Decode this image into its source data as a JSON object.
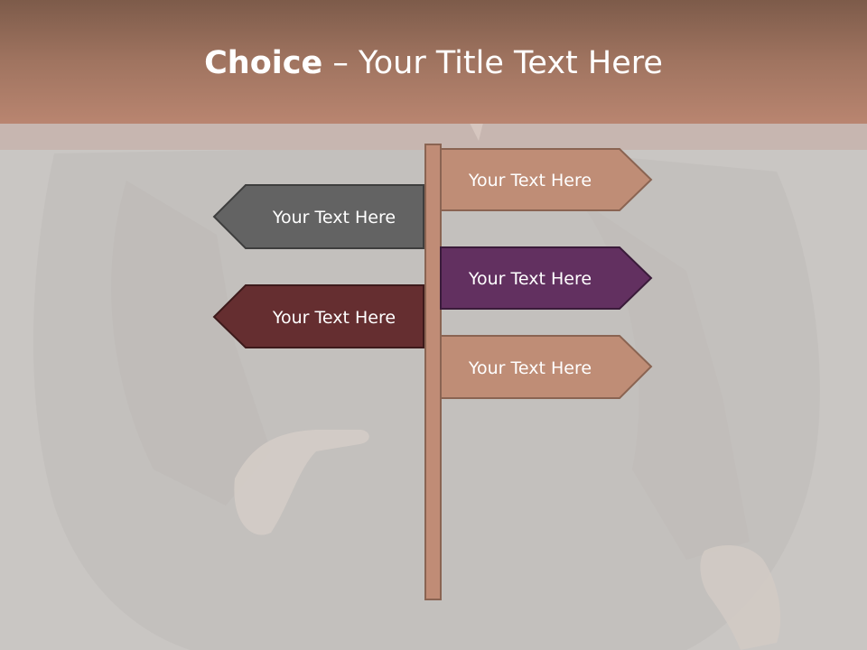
{
  "title": {
    "bold": "Choice",
    "separator": " – ",
    "rest": "Your Title Text Here"
  },
  "signs": {
    "right_top": {
      "label": "Your Text Here",
      "color": "#bf8d76"
    },
    "left_top": {
      "label": "Your Text Here",
      "color": "#636363"
    },
    "right_middle": {
      "label": "Your Text Here",
      "color": "#623060"
    },
    "left_bottom": {
      "label": "Your Text Here",
      "color": "#652e30"
    },
    "right_bottom": {
      "label": "Your Text Here",
      "color": "#bf8d76"
    }
  },
  "colors": {
    "background": "#c9c6c3",
    "header": "#a07460",
    "post": "#c08c76",
    "sign_border": "#8a6452"
  }
}
